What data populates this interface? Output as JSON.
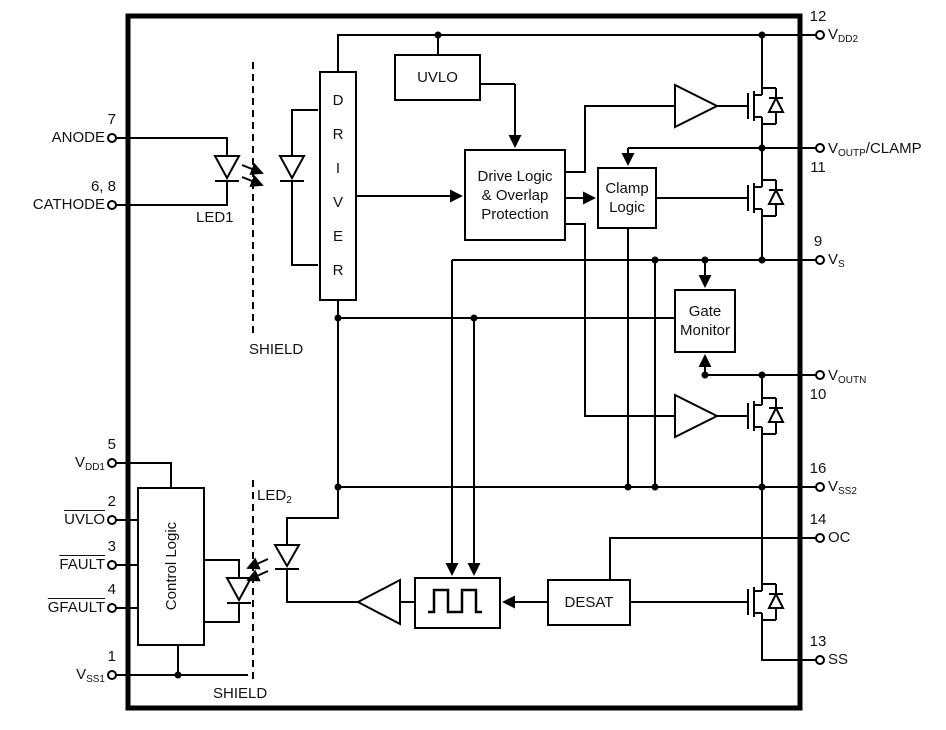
{
  "colors": {
    "ink": "#000000",
    "background": "#ffffff"
  },
  "pins": {
    "left": [
      {
        "num": "7",
        "pre": "ANODE"
      },
      {
        "num": "6, 8",
        "pre": "CATHODE"
      },
      {
        "num": "5",
        "pre": "V",
        "sub": "DD1"
      },
      {
        "num": "2",
        "pre": "UVLO"
      },
      {
        "num": "3",
        "pre": "FAULT"
      },
      {
        "num": "4",
        "pre": "GFAULT"
      },
      {
        "num": "1",
        "pre": "V",
        "sub": "SS1"
      }
    ],
    "right": [
      {
        "num": "12",
        "pre": "V",
        "sub": "DD2"
      },
      {
        "num": "11",
        "pre": "V",
        "sub": "OUTP",
        "post": "/CLAMP"
      },
      {
        "num": "9",
        "pre": "V",
        "sub": "S"
      },
      {
        "num": "10",
        "pre": "V",
        "sub": "OUTN"
      },
      {
        "num": "16",
        "pre": "V",
        "sub": "SS2"
      },
      {
        "num": "14",
        "pre": "OC"
      },
      {
        "num": "13",
        "pre": "SS"
      }
    ]
  },
  "blocks": {
    "uvlo": "UVLO",
    "driver": "D\nR\nI\nV\nE\nR",
    "drive_logic": "Drive Logic\n& Overlap\nProtection",
    "clamp_logic": "Clamp\nLogic",
    "gate_monitor": "Gate\nMonitor",
    "control_logic": "Control Logic",
    "desat": "DESAT"
  },
  "labels": {
    "led1": "LED1",
    "led2_pre": "LED",
    "led2_sub": "2",
    "shield_top": "SHIELD",
    "shield_bottom": "SHIELD"
  }
}
